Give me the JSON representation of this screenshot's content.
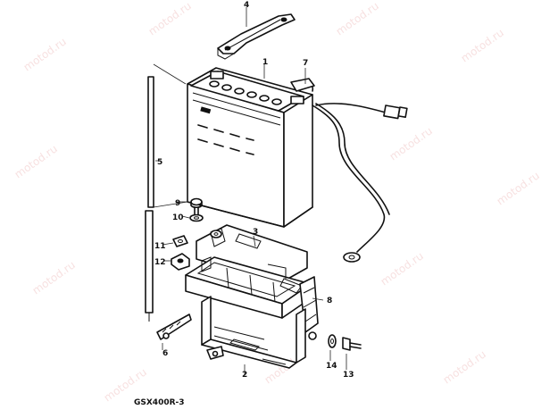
{
  "diagram": {
    "model_code": "GSX400R-3",
    "watermark_text": "motod.ru",
    "callouts": [
      "1",
      "2",
      "3",
      "4",
      "5",
      "6",
      "7",
      "8",
      "9",
      "10",
      "11",
      "12",
      "13",
      "14"
    ]
  },
  "colors": {
    "line": "#111111",
    "background": "#ffffff",
    "watermark": "#e9a9a9"
  }
}
